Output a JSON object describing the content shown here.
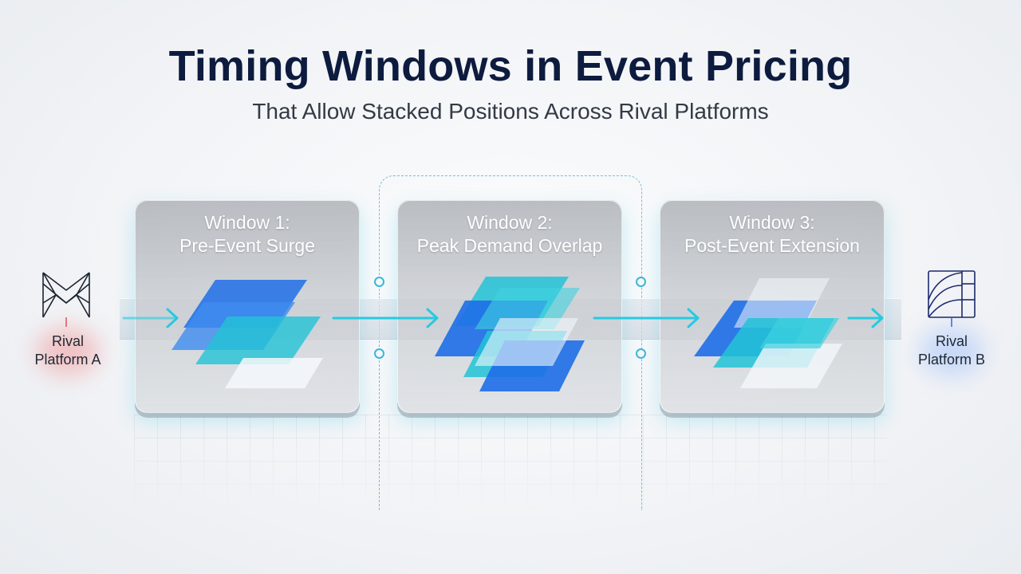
{
  "header": {
    "title": "Timing Windows in Event Pricing",
    "subtitle": "That Allow Stacked Positions Across Rival Platforms"
  },
  "platforms": {
    "a": {
      "line1": "Rival",
      "line2": "Platform A",
      "glow_color": "#f26b6b",
      "icon": "origami-m-icon"
    },
    "b": {
      "line1": "Rival",
      "line2": "Platform B",
      "glow_color": "#7aa8ff",
      "icon": "quarter-circle-frame-icon"
    }
  },
  "windows": [
    {
      "line1": "Window 1:",
      "line2": "Pre-Event Surge"
    },
    {
      "line1": "Window 2:",
      "line2": "Peak Demand Overlap"
    },
    {
      "line1": "Window 3:",
      "line2": "Post-Event Extension"
    }
  ],
  "colors": {
    "title": "#0d1b3e",
    "arrow": "#27c9e0",
    "layer_blue": "#1e6ee8",
    "layer_teal": "#22c3d6",
    "layer_white": "#f4f8fb"
  }
}
